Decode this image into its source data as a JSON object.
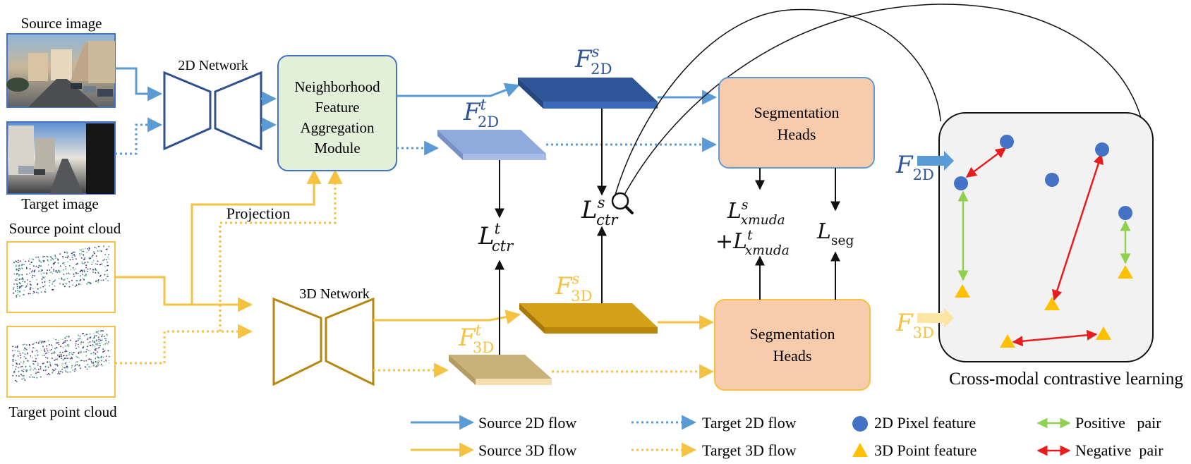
{
  "labels": {
    "source_image": "Source image",
    "target_image": "Target image",
    "source_point_cloud": "Source point cloud",
    "target_point_cloud": "Target point cloud",
    "network_2d": "2D Network",
    "network_3d": "3D Network",
    "projection": "Projection",
    "nfam": [
      "Neighborhood",
      "Feature",
      "Aggregation",
      "Module"
    ],
    "seg_heads_top": [
      "Segmentation",
      "Heads"
    ],
    "seg_heads_bottom": [
      "Segmentation",
      "Heads"
    ],
    "cross_modal": "Cross-modal contrastive learning"
  },
  "math": {
    "F_2D_s": {
      "base": "F",
      "sup": "s",
      "sub": "2D"
    },
    "F_2D_t": {
      "base": "F",
      "sup": "t",
      "sub": "2D"
    },
    "F_3D_s": {
      "base": "F",
      "sup": "s",
      "sub": "3D"
    },
    "F_3D_t": {
      "base": "F",
      "sup": "t",
      "sub": "3D"
    },
    "L_ctr_s": {
      "base": "L",
      "sup": "s",
      "sub": "ctr"
    },
    "L_ctr_t": {
      "base": "L",
      "sup": "t",
      "sub": "ctr"
    },
    "L_xmuda_s": {
      "base": "L",
      "sup": "s",
      "sub": "xmuda"
    },
    "L_xmuda_t": {
      "prefix": "+",
      "base": "L",
      "sup": "t",
      "sub": "xmuda"
    },
    "L_seg": {
      "base": "L",
      "sub": "seg"
    },
    "F_2D_side": {
      "base": "F",
      "sub": "2D"
    },
    "F_3D_side": {
      "base": "F",
      "sub": "3D"
    }
  },
  "legend": {
    "source_2d_flow": "Source 2D flow",
    "target_2d_flow": "Target 2D flow",
    "pixel_feature": "2D Pixel feature",
    "positive_pair": "Positive   pair",
    "source_3d_flow": "Source 3D flow",
    "target_3d_flow": "Target 3D flow",
    "point_feature": "3D Point feature",
    "negative_pair": "Negative  pair"
  },
  "colors": {
    "blue_flow": "#5b9bd5",
    "yellow_flow": "#f5c242",
    "network_2d": "#2f4f8f",
    "network_3d": "#b8860b",
    "nfam_fill": "#e2efd9",
    "nfam_stroke": "#4472c4",
    "seg_fill": "#f8cbad",
    "feature_2d_s": "#2e5597",
    "feature_2d_t": "#8faadc",
    "feature_3d_s": "#d4a017",
    "feature_3d_t": "#c9b27a",
    "pixel_dot": "#4472c4",
    "point_tri": "#ffc000",
    "positive": "#92d050",
    "negative": "#e81c1c",
    "panel_fill": "#f2f2f2"
  },
  "icons": {
    "magnifier": "magnifier-icon",
    "photo_source": "street-photo-icon",
    "photo_target": "street-photo-icon",
    "cloud_source": "point-cloud-icon",
    "cloud_target": "point-cloud-icon"
  }
}
